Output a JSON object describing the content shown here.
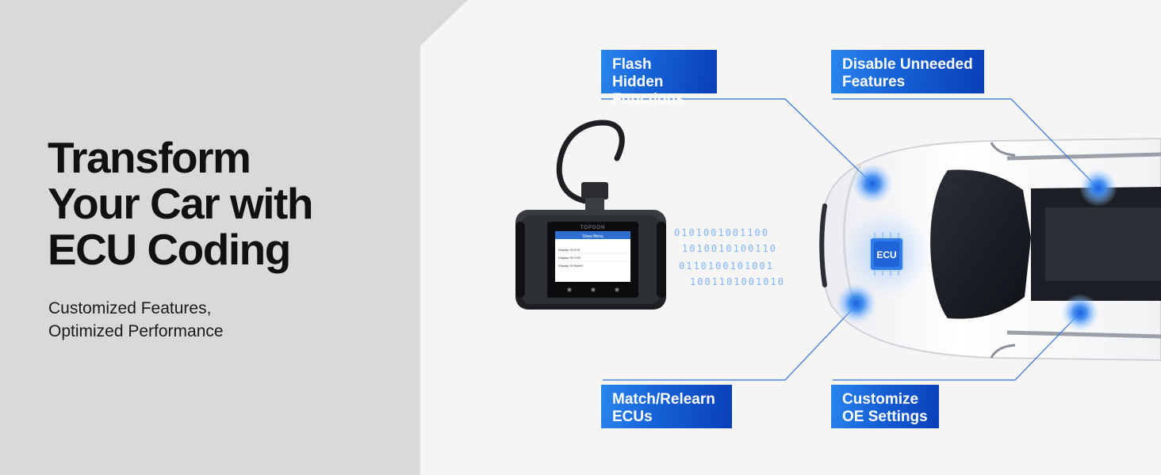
{
  "headline": {
    "line1": "Transform",
    "line2": "Your Car with",
    "line3": "ECU Coding"
  },
  "subheadline": {
    "line1": "Customized Features,",
    "line2": "Optimized Performance"
  },
  "device": {
    "brand": "TOPDON",
    "screen_title": "Show Menu",
    "menu_items": [
      "Display Of ECK",
      "Display Of CVN",
      "Display Of MoeM"
    ]
  },
  "ecu_chip_label": "ECU",
  "callouts": {
    "flash_hidden": {
      "line1": "Flash Hidden",
      "line2": "Functions"
    },
    "disable_unneeded": {
      "line1": "Disable Unneeded",
      "line2": "Features"
    },
    "match_relearn": {
      "line1": "Match/Relearn",
      "line2": "ECUs"
    },
    "customize_oe": {
      "line1": "Customize",
      "line2": "OE Settings"
    }
  },
  "binary_stream": [
    "0101001001100",
    "1010010100110",
    "0110100101001",
    "1001101001010"
  ],
  "colors": {
    "left_background": "#d9d9d9",
    "right_background": "#f5f5f6",
    "callout_blue": "#1560d6",
    "connector_line": "#2f6fd8",
    "hotspot_glow": "#3f8cf0",
    "headline_text": "#111111"
  }
}
